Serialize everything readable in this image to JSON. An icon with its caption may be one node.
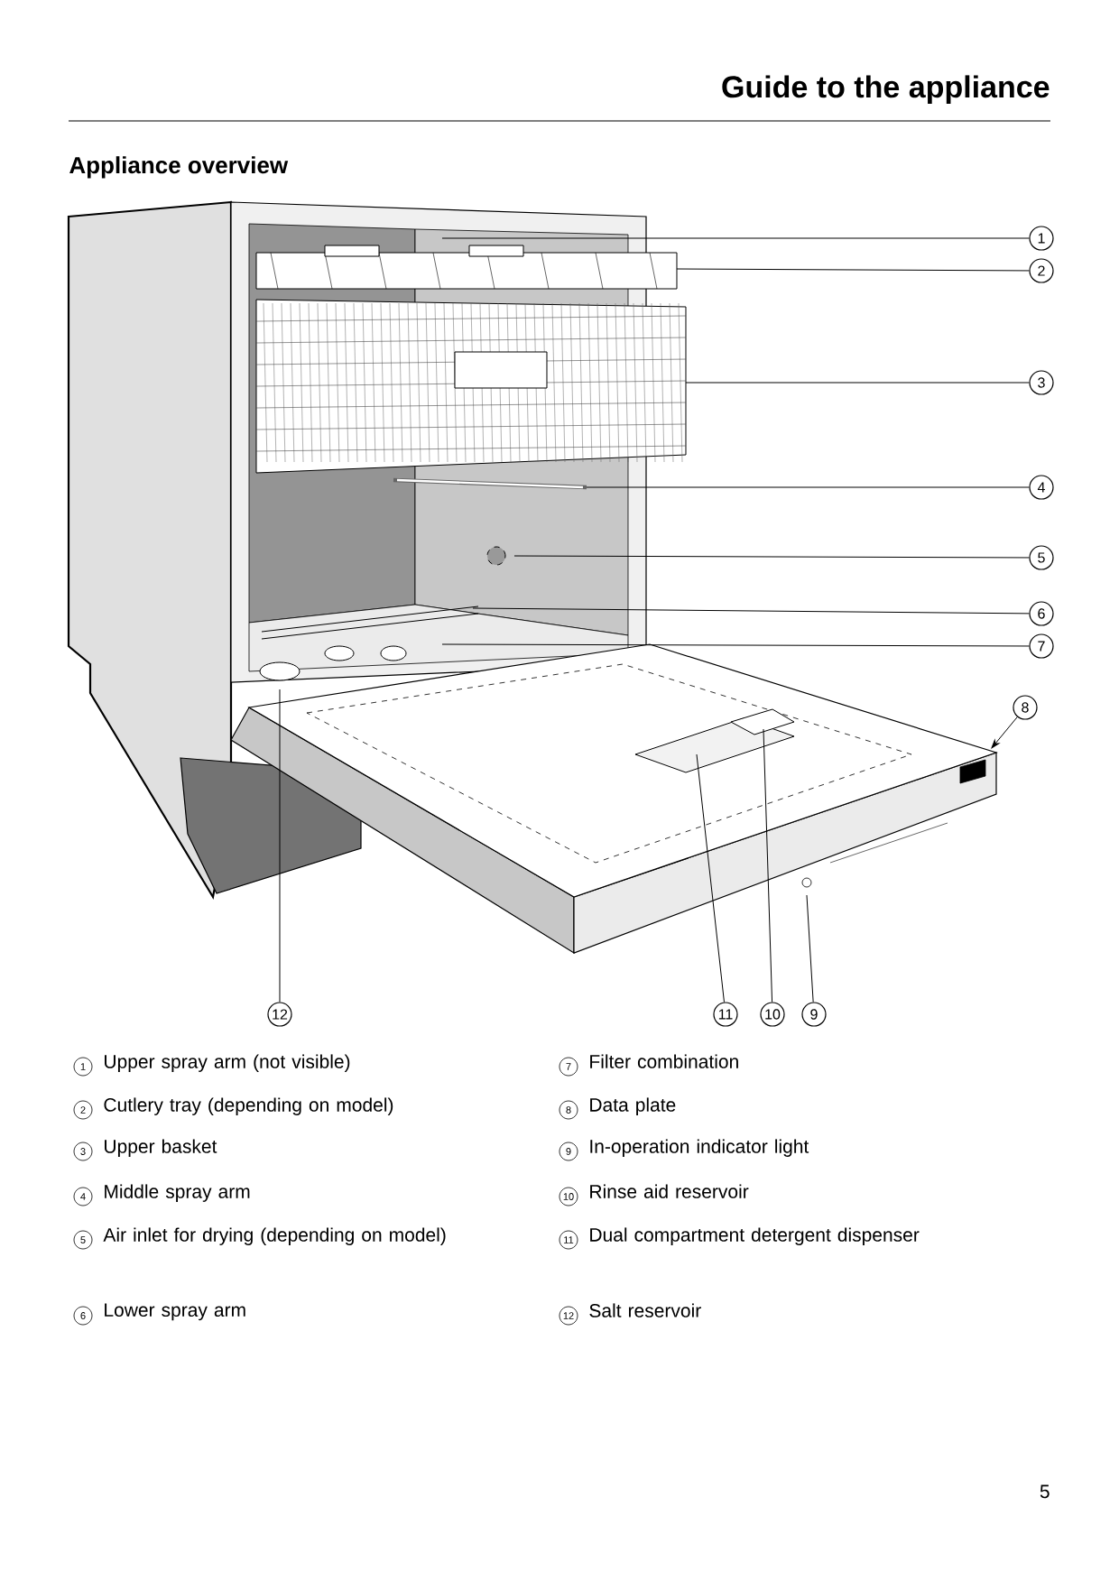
{
  "diagram": {
    "title": "Guide to the appliance",
    "nodes": [
      {
        "text": [
          "1"
        ]
      },
      {
        "text": [
          "2"
        ]
      },
      {
        "text": [
          "3"
        ]
      },
      {
        "text": [
          "4"
        ]
      },
      {
        "text": [
          "5"
        ]
      },
      {
        "text": [
          "6"
        ]
      },
      {
        "text": [
          "7"
        ]
      },
      {
        "text": [
          "8"
        ]
      },
      {
        "text": [
          "9"
        ]
      },
      {
        "text": [
          "10"
        ]
      },
      {
        "text": [
          "11"
        ]
      },
      {
        "text": [
          "12"
        ]
      },
      {
        "text": [
          "1"
        ],
        "beside": [
          "Upper spray arm (not visible)"
        ]
      },
      {
        "text": [
          "2"
        ],
        "beside": [
          "Cutlery tray (depending on model)"
        ]
      },
      {
        "text": [
          "3"
        ],
        "beside": [
          "Upper basket"
        ]
      },
      {
        "text": [
          "4"
        ],
        "beside": [
          "Middle spray arm"
        ]
      },
      {
        "text": [
          "5"
        ],
        "beside": [
          "Air inlet for drying (depending on model)"
        ]
      },
      {
        "text": [
          "6"
        ],
        "beside": [
          "Lower spray arm"
        ]
      },
      {
        "text": [
          "7"
        ],
        "beside": [
          "Filter combination"
        ]
      },
      {
        "text": [
          "8"
        ],
        "beside": [
          "Data plate"
        ]
      },
      {
        "text": [
          "9"
        ],
        "beside": [
          "In-operation indicator light"
        ]
      },
      {
        "text": [
          "10"
        ],
        "beside": [
          "Rinse aid reservoir"
        ]
      },
      {
        "text": [
          "11"
        ],
        "beside": [
          "Dual compartment detergent dispenser"
        ]
      },
      {
        "text": [
          "12"
        ],
        "beside": [
          "Salt reservoir"
        ]
      }
    ],
    "edges": [
      {
        "from": 0,
        "to": null,
        "arrow": "none"
      },
      {
        "from": 1,
        "to": null,
        "arrow": "none"
      },
      {
        "from": 2,
        "to": null,
        "arrow": "none"
      },
      {
        "from": 3,
        "to": null,
        "arrow": "none"
      },
      {
        "from": 4,
        "to": null,
        "arrow": "none"
      },
      {
        "from": 5,
        "to": null,
        "arrow": "none"
      },
      {
        "from": 6,
        "to": null,
        "arrow": "none"
      },
      {
        "from": 7,
        "to": null,
        "arrow": "to"
      },
      {
        "from": 8,
        "to": null,
        "arrow": "none"
      },
      {
        "from": 9,
        "to": null,
        "arrow": "none"
      },
      {
        "from": 10,
        "to": null,
        "arrow": "none"
      },
      {
        "from": 11,
        "to": null,
        "arrow": "none"
      }
    ],
    "labels": [
      "Appliance overview",
      "5"
    ]
  }
}
